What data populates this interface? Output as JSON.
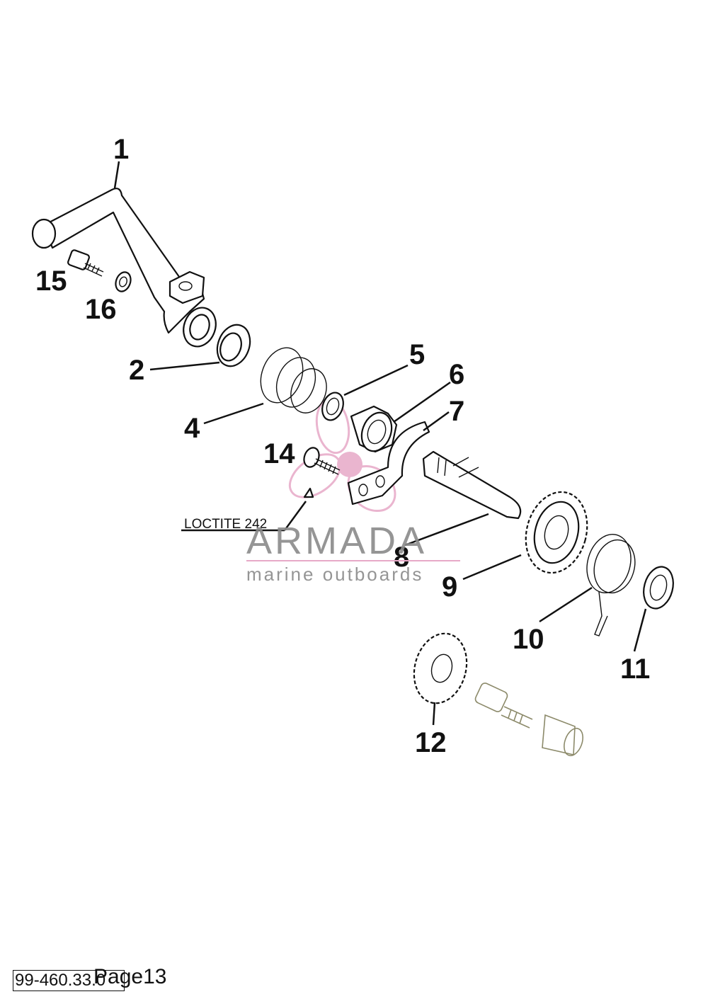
{
  "diagram": {
    "callouts": [
      "1",
      "2",
      "4",
      "5",
      "6",
      "7",
      "8",
      "9",
      "10",
      "11",
      "12",
      "14",
      "15",
      "16"
    ],
    "note": "LOCTITE 242"
  },
  "watermark": {
    "brand": "ARMADA",
    "tagline": "marine outboards",
    "accent_color": "#e7a9c7",
    "text_color": "#8a8a8a"
  },
  "footer": {
    "doc_code": "99-460.33.0",
    "page_label": "Page13"
  }
}
